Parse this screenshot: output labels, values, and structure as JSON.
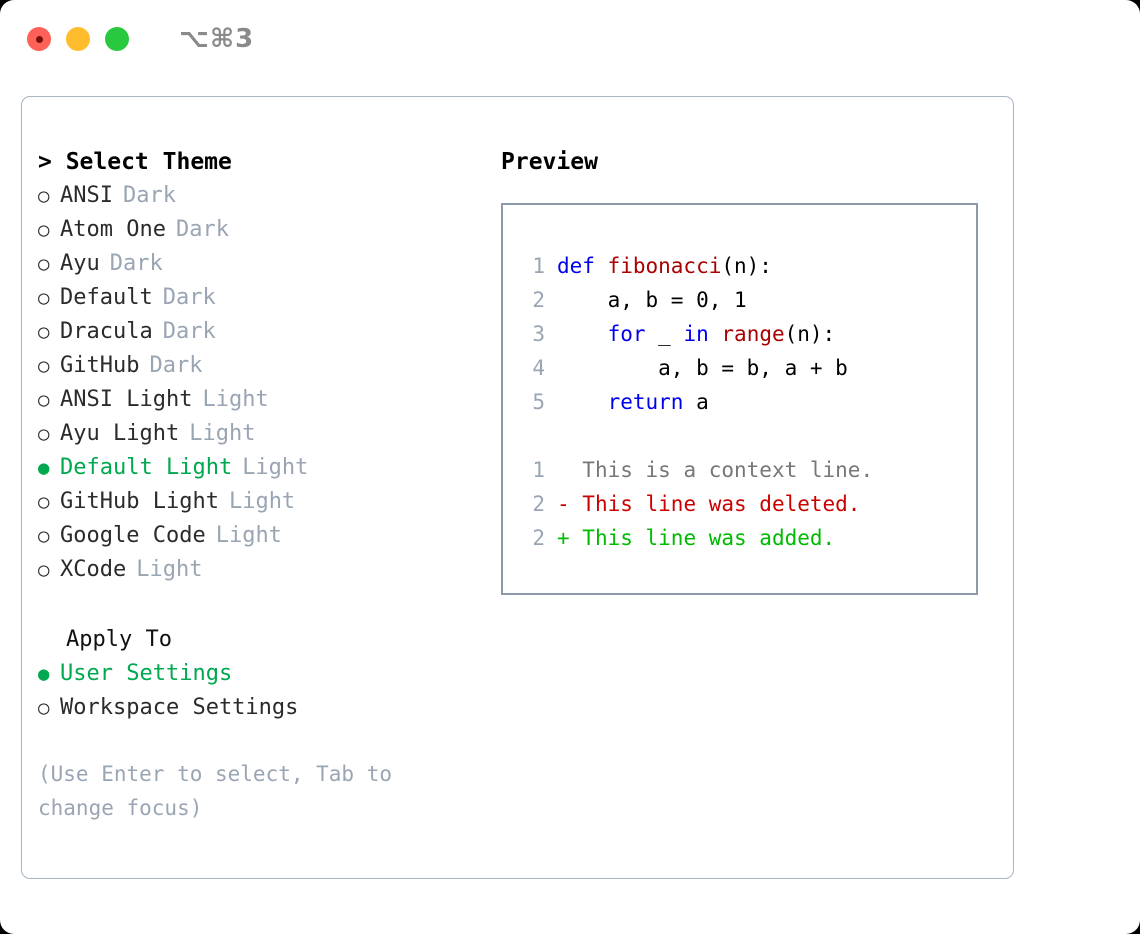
{
  "titlebar": {
    "shortcut": "⌥⌘3",
    "lights": [
      "close",
      "minimize",
      "maximize"
    ]
  },
  "theme_panel": {
    "heading": "> Select Theme",
    "caret": ">",
    "selected_theme": "Default Light",
    "accent_color": "#00a84f",
    "suffix_color": "#9aa5b4",
    "radio_unselected": "○",
    "radio_selected": "●",
    "items": [
      {
        "label": "ANSI",
        "suffix": "Dark",
        "selected": false
      },
      {
        "label": "Atom One",
        "suffix": "Dark",
        "selected": false
      },
      {
        "label": "Ayu",
        "suffix": "Dark",
        "selected": false
      },
      {
        "label": "Default",
        "suffix": "Dark",
        "selected": false
      },
      {
        "label": "Dracula",
        "suffix": "Dark",
        "selected": false
      },
      {
        "label": "GitHub",
        "suffix": "Dark",
        "selected": false
      },
      {
        "label": "ANSI Light",
        "suffix": "Light",
        "selected": false
      },
      {
        "label": "Ayu Light",
        "suffix": "Light",
        "selected": false
      },
      {
        "label": "Default Light",
        "suffix": "Light",
        "selected": true
      },
      {
        "label": "GitHub Light",
        "suffix": "Light",
        "selected": false
      },
      {
        "label": "Google Code",
        "suffix": "Light",
        "selected": false
      },
      {
        "label": "XCode",
        "suffix": "Light",
        "selected": false
      }
    ]
  },
  "apply_to": {
    "heading": "Apply To",
    "items": [
      {
        "label": "User Settings",
        "selected": true
      },
      {
        "label": "Workspace Settings",
        "selected": false
      }
    ]
  },
  "hint": "(Use Enter to select, Tab to change focus)",
  "preview": {
    "title": "Preview",
    "code_lines": [
      {
        "number": "1",
        "tokens": [
          {
            "text": "def ",
            "kind": "keyword"
          },
          {
            "text": "fibonacci",
            "kind": "function"
          },
          {
            "text": "(n):",
            "kind": "plain"
          }
        ]
      },
      {
        "number": "2",
        "tokens": [
          {
            "text": "    a, b = 0, 1",
            "kind": "plain"
          }
        ]
      },
      {
        "number": "3",
        "tokens": [
          {
            "text": "    ",
            "kind": "plain"
          },
          {
            "text": "for",
            "kind": "keyword"
          },
          {
            "text": " _ ",
            "kind": "plain"
          },
          {
            "text": "in",
            "kind": "keyword"
          },
          {
            "text": " ",
            "kind": "plain"
          },
          {
            "text": "range",
            "kind": "function"
          },
          {
            "text": "(n):",
            "kind": "plain"
          }
        ]
      },
      {
        "number": "4",
        "tokens": [
          {
            "text": "        a, b = b, a + b",
            "kind": "plain"
          }
        ]
      },
      {
        "number": "5",
        "tokens": [
          {
            "text": "    ",
            "kind": "plain"
          },
          {
            "text": "return",
            "kind": "keyword"
          },
          {
            "text": " a",
            "kind": "plain"
          }
        ]
      }
    ],
    "diff_lines": [
      {
        "number": "1",
        "marker": " ",
        "text": "This is a context line.",
        "kind": "context"
      },
      {
        "number": "2",
        "marker": "-",
        "text": "This line was deleted.",
        "kind": "deleted"
      },
      {
        "number": "2",
        "marker": "+",
        "text": "This line was added.",
        "kind": "added"
      }
    ],
    "syntax_colors": {
      "keyword": "#0000ee",
      "function": "#aa0000",
      "plain": "#000000",
      "lineno": "#9aa5b4",
      "diff_context": "#777777",
      "diff_deleted": "#cc0000",
      "diff_added": "#00bb00"
    }
  }
}
